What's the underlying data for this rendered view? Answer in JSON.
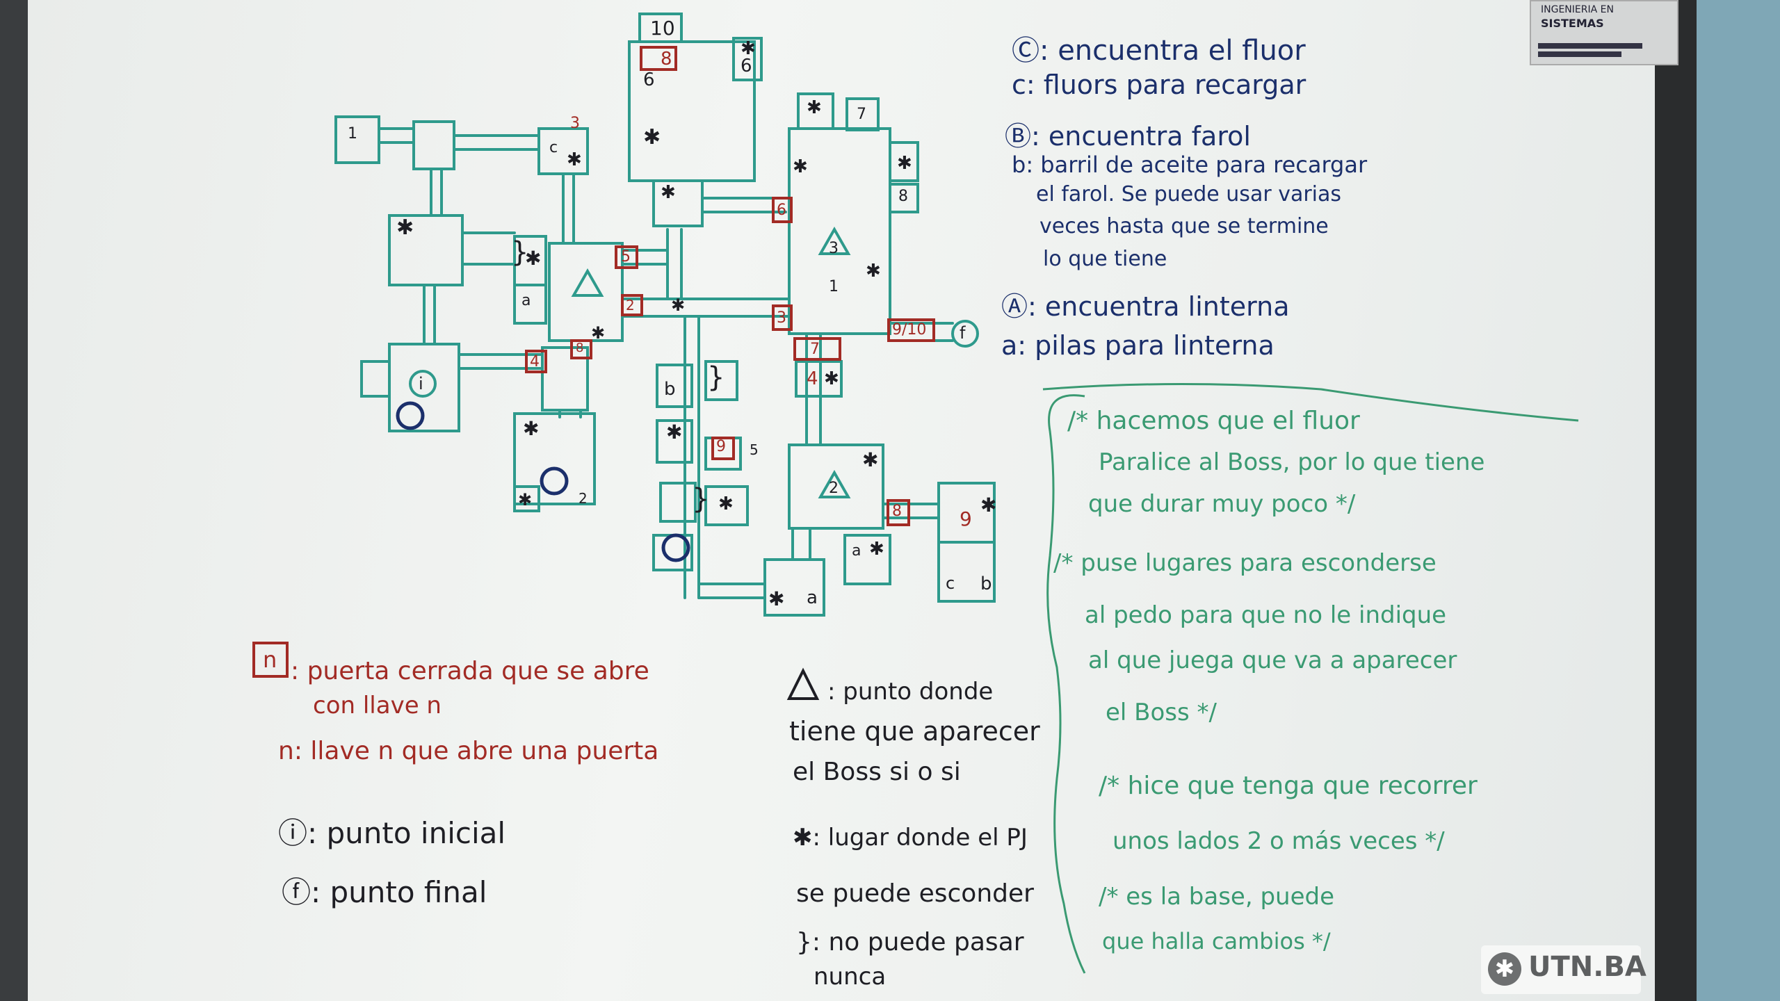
{
  "legend_top": {
    "c_big": "Ⓒ: encuentra el fluor",
    "c_small": "c: fluors para recargar",
    "b_big": "Ⓑ: encuentra farol",
    "b_small_1": "b: barril de aceite para recargar",
    "b_small_2": "el farol. Se puede usar varias",
    "b_small_3": "veces hasta que se  termine",
    "b_small_4": "lo que tiene",
    "a_big": "Ⓐ: encuentra linterna",
    "a_small": "a: pilas para linterna"
  },
  "legend_bottom_left": {
    "door_symbol": "n",
    "door_1": ": puerta cerrada que se abre",
    "door_2": "con llave n",
    "key": "n: llave n que abre una puerta",
    "start": "ⓘ: punto inicial",
    "end": "ⓕ: punto final"
  },
  "legend_bottom_mid": {
    "boss_1": ": punto donde",
    "boss_2": "tiene que aparecer",
    "boss_3": "el Boss si o si",
    "hide_1": "✱: lugar donde el PJ",
    "hide_2": "se puede esconder",
    "block_1": "}: no puede pasar",
    "block_2": "nunca"
  },
  "notes": {
    "n1_1": "/* hacemos que el fluor",
    "n1_2": "Paralice al Boss, por lo que tiene",
    "n1_3": "que durar muy poco */",
    "n2_1": "/* puse lugares para esconderse",
    "n2_2": "al pedo para que no le indique",
    "n2_3": "al que juega que va a aparecer",
    "n2_4": "el Boss */",
    "n3_1": "/* hice que tenga que recorrer",
    "n3_2": "unos lados 2 o más veces */",
    "n4_1": "/* es la base, puede",
    "n4_2": "que halla cambios */"
  },
  "map_labels": {
    "door_10": "10",
    "door_8": "8",
    "room_6": "6",
    "room_6b": "6",
    "room_1": "1",
    "room_3": "3",
    "room_7": "7",
    "room_8b": "8",
    "door_5": "5",
    "door_2": "2",
    "door_3": "3",
    "door_6": "6",
    "door_910": "9/10",
    "door_7": "7",
    "room_4": "4",
    "door_4": "4",
    "door_8c": "8",
    "room_9": "9",
    "room_5": "5",
    "room_2": "2",
    "door_9": "9",
    "boss_1": "1",
    "boss_2": "2",
    "boss_3": "3",
    "start": "i",
    "end": "f",
    "a": "a",
    "b": "b",
    "c": "c",
    "star": "✱",
    "brace": "}"
  },
  "colors": {
    "map_ink": "#2e9a8c",
    "red_ink": "#a22b25",
    "blue_ink": "#1b2f6b",
    "green_ink": "#3a9a72",
    "board": "#eef0ee"
  },
  "logo": {
    "text": "UTN.BA",
    "sticker_1": "INGENIERIA EN",
    "sticker_2": "SISTEMAS"
  }
}
